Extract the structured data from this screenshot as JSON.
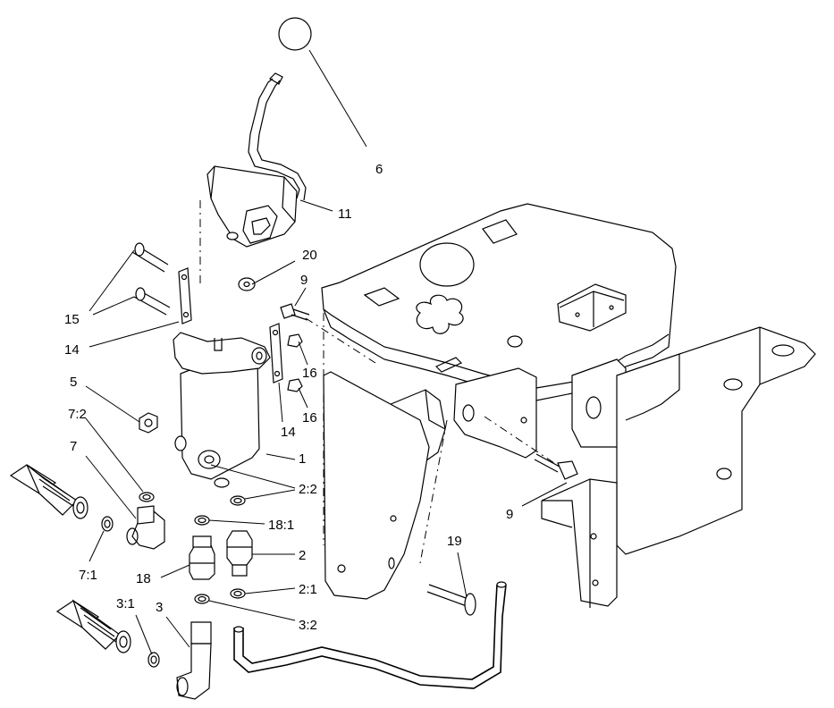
{
  "callouts": {
    "c6": "6",
    "c11": "11",
    "c20": "20",
    "c9_upper": "9",
    "c15": "15",
    "c14_left": "14",
    "c16_upper": "16",
    "c16_lower": "16",
    "c14_lower": "14",
    "c5": "5",
    "c1": "1",
    "c7_2": "7:2",
    "c7": "7",
    "c2_2": "2:2",
    "c18_1": "18:1",
    "c9_lower": "9",
    "c2": "2",
    "c19": "19",
    "c7_1": "7:1",
    "c18": "18",
    "c2_1": "2:1",
    "c3_1": "3:1",
    "c3": "3",
    "c3_2": "3:2"
  }
}
